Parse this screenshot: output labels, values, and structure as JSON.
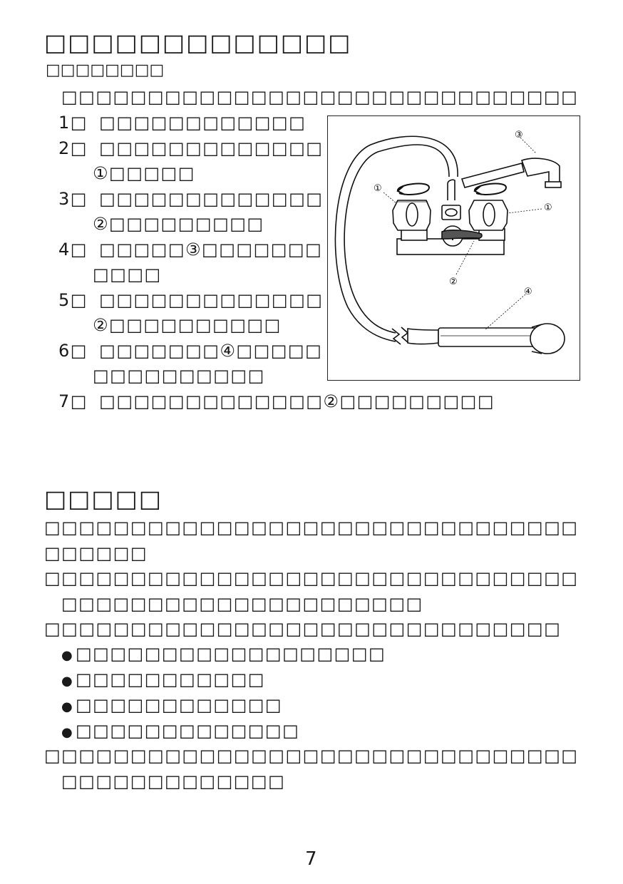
{
  "section1": {
    "title": "□□□□□□□□□□□□□",
    "subtitle": "□□□□□□□□",
    "intro": "□□□□□□□□□□□□□□□□□□□□□□□□□□□□□□",
    "steps": [
      {
        "num": "1□",
        "lines": [
          "□□□□□□□□□□□□"
        ]
      },
      {
        "num": "2□",
        "lines": [
          "□□□□□□□□□□□□□",
          "①□□□□□"
        ]
      },
      {
        "num": "3□",
        "lines": [
          "□□□□□□□□□□□□□",
          "②□□□□□□□□□"
        ]
      },
      {
        "num": "4□",
        "lines": [
          "□□□□□③□□□□□□□",
          "□□□□"
        ]
      },
      {
        "num": "5□",
        "lines": [
          "□□□□□□□□□□□□□",
          "②□□□□□□□□□□"
        ]
      },
      {
        "num": "6□",
        "lines": [
          "□□□□□□□④□□□□□",
          "□□□□□□□□□□"
        ]
      },
      {
        "num": "7□",
        "lines": [
          "□□□□□□□□□□□□□②□□□□□□□□□"
        ]
      }
    ]
  },
  "figure": {
    "callouts": [
      "①",
      "①",
      "②",
      "③",
      "④"
    ]
  },
  "section2": {
    "title": "□□□□□",
    "paragraphs": [
      {
        "lines": [
          "□□□□□□□□□□□□□□□□□□□□□□□□□□□□□□□",
          "□□□□□□"
        ]
      },
      {
        "lines": [
          "□□□□□□□□□□□□□□□□□□□□□□□□□□□□□□□",
          "□□□□□□□□□□□□□□□□□□□□□"
        ]
      },
      {
        "lines": [
          "□□□□□□□□□□□□□□□□□□□□□□□□□□□□□□"
        ]
      }
    ],
    "bullet_symbol": "●",
    "bullets": [
      "□□□□□□□□□□□□□□□□□□",
      "□□□□□□□□□□□",
      "□□□□□□□□□□□□",
      "□□□□□□□□□□□□□"
    ],
    "closing": [
      "□□□□□□□□□□□□□□□□□□□□□□□□□□□□□□□",
      "□□□□□□□□□□□□□"
    ]
  },
  "page_number": "7"
}
